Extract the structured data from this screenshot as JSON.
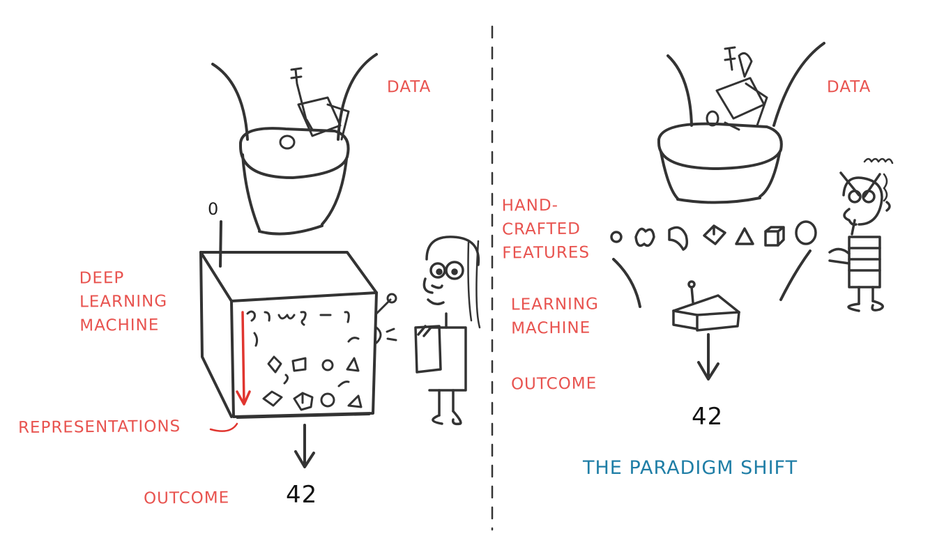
{
  "colors": {
    "label": "#e8534f",
    "ink": "#333333",
    "title": "#1f7ea6"
  },
  "left": {
    "data_label": "DATA",
    "machine_label": "DEEP\nLEARNING\nMACHINE",
    "representations_label": "REPRESENTATIONS",
    "outcome_label": "OUTCOME",
    "outcome_value": "42",
    "dial_value": "0"
  },
  "right": {
    "data_label": "DATA",
    "features_label": "HAND-\nCRAFTED\nFEATURES",
    "machine_label": "LEARNING\nMACHINE",
    "outcome_label": "OUTCOME",
    "outcome_value": "42",
    "title": "THE PARADIGM SHIFT"
  },
  "icons": [
    "funnel-icon",
    "box-machine-icon",
    "scientist-figure-icon",
    "arrow-down-icon",
    "feature-shapes-icon"
  ]
}
